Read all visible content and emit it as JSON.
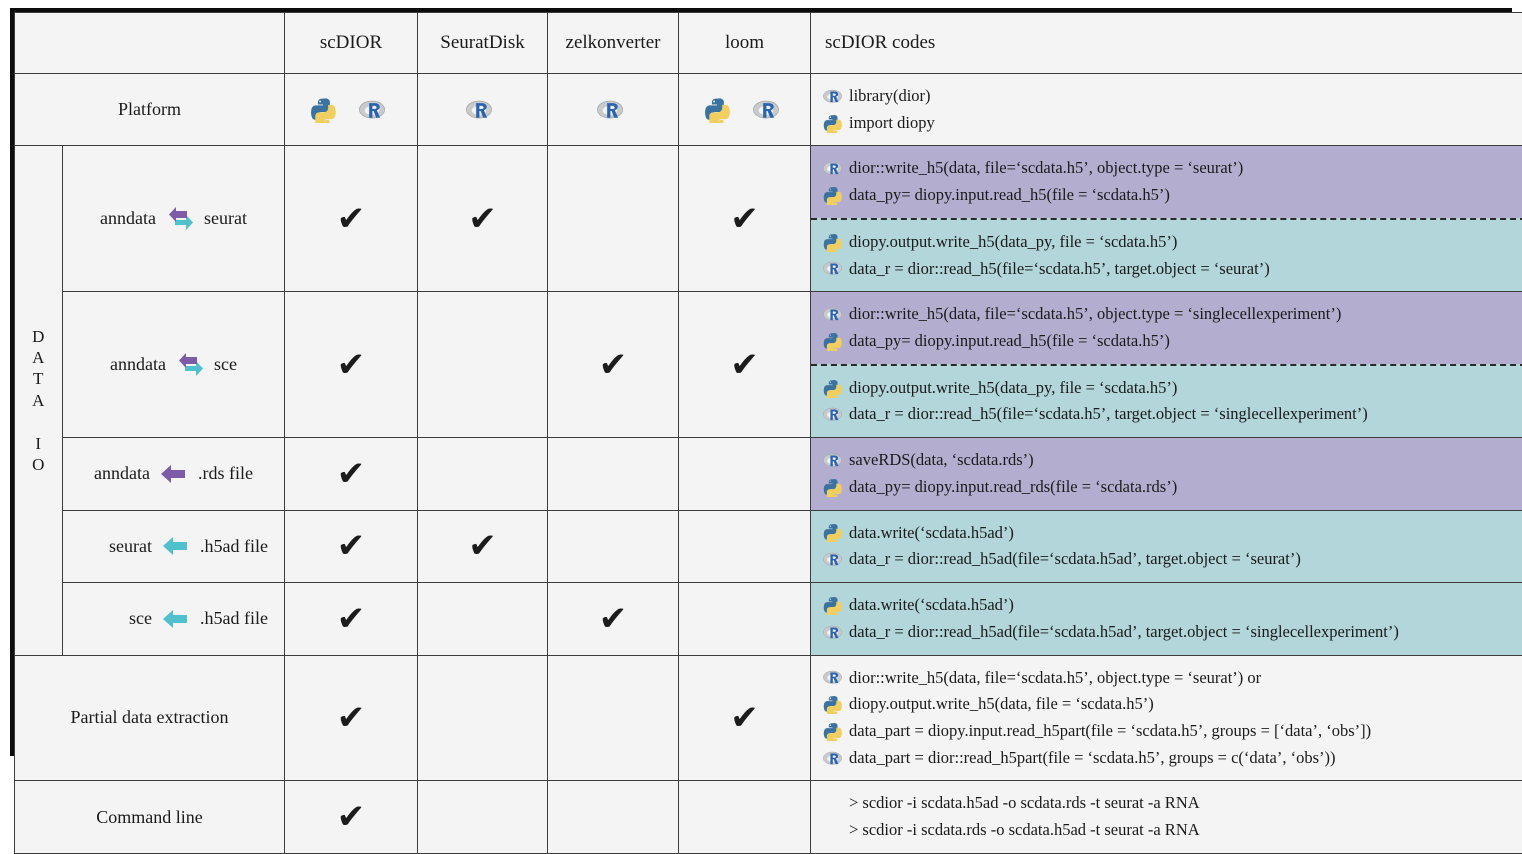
{
  "table": {
    "columns": [
      "",
      "scDIOR",
      "SeuratDisk",
      "zelkonverter",
      "loom",
      "scDIOR codes"
    ],
    "header": {
      "col_corner": "",
      "col_scdior": "scDIOR",
      "col_seuratdisk": "SeuratDisk",
      "col_zelkonverter": "zelkonverter",
      "col_loom": "loom",
      "col_codes": "scDIOR codes"
    },
    "section_label": "DATA IO",
    "section_label_letters": [
      "D",
      "A",
      "T",
      "A",
      "",
      "I",
      "O"
    ],
    "platform": {
      "label": "Platform",
      "scdior": [
        "python-icon",
        "r-icon"
      ],
      "seuratdisk": [
        "r-icon"
      ],
      "zelkonverter": [
        "r-icon"
      ],
      "loom": [
        "python-icon",
        "r-icon"
      ],
      "codes": [
        {
          "icon": "r-icon",
          "text": "library(dior)"
        },
        {
          "icon": "python-icon",
          "text": "import diopy"
        }
      ]
    },
    "rows": [
      {
        "id": "anndata-seurat",
        "label_left": "anndata",
        "label_right": "seurat",
        "arrow": "bidirectional-arrow-icon",
        "label_align": "center",
        "checks": {
          "scdior": true,
          "seuratdisk": true,
          "zelkonverter": false,
          "loom": true
        },
        "code_segments": [
          {
            "tint": "purple",
            "lines": [
              {
                "icon": "r-icon",
                "text": "dior::write_h5(data, file='scdata.h5', object.type = 'seurat')"
              },
              {
                "icon": "python-icon",
                "text": "data_py= diopy.input.read_h5(file = 'scdata.h5')"
              }
            ]
          },
          {
            "tint": "teal",
            "dashed_top": true,
            "lines": [
              {
                "icon": "python-icon",
                "text": "diopy.output.write_h5(data_py, file = 'scdata.h5')"
              },
              {
                "icon": "r-icon",
                "text": "data_r = dior::read_h5(file='scdata.h5', target.object = 'seurat')"
              }
            ]
          }
        ]
      },
      {
        "id": "anndata-sce",
        "label_left": "anndata",
        "label_right": "sce",
        "arrow": "bidirectional-arrow-icon",
        "label_align": "center",
        "checks": {
          "scdior": true,
          "seuratdisk": false,
          "zelkonverter": true,
          "loom": true
        },
        "code_segments": [
          {
            "tint": "purple",
            "lines": [
              {
                "icon": "r-icon",
                "text": "dior::write_h5(data, file='scdata.h5', object.type = 'singlecellexperiment')"
              },
              {
                "icon": "python-icon",
                "text": "data_py= diopy.input.read_h5(file = 'scdata.h5')"
              }
            ]
          },
          {
            "tint": "teal",
            "dashed_top": true,
            "lines": [
              {
                "icon": "python-icon",
                "text": "diopy.output.write_h5(data_py, file = 'scdata.h5')"
              },
              {
                "icon": "r-icon",
                "text": "data_r = dior::read_h5(file='scdata.h5', target.object = 'singlecellexperiment')"
              }
            ]
          }
        ]
      },
      {
        "id": "anndata-rds",
        "label_left": "anndata",
        "label_right": ".rds file",
        "arrow": "left-arrow-purple-icon",
        "label_align": "center",
        "checks": {
          "scdior": true,
          "seuratdisk": false,
          "zelkonverter": false,
          "loom": false
        },
        "code_segments": [
          {
            "tint": "purple",
            "lines": [
              {
                "icon": "r-icon",
                "text": "saveRDS(data, 'scdata.rds')"
              },
              {
                "icon": "python-icon",
                "text": "data_py= diopy.input.read_rds(file = 'scdata.rds')"
              }
            ]
          }
        ]
      },
      {
        "id": "seurat-h5ad",
        "label_left": "seurat",
        "label_right": ".h5ad file",
        "arrow": "left-arrow-teal-icon",
        "label_align": "right",
        "checks": {
          "scdior": true,
          "seuratdisk": true,
          "zelkonverter": false,
          "loom": false
        },
        "code_segments": [
          {
            "tint": "teal",
            "lines": [
              {
                "icon": "python-icon",
                "text": "data.write('scdata.h5ad')"
              },
              {
                "icon": "r-icon",
                "text": "data_r = dior::read_h5ad(file='scdata.h5ad', target.object = 'seurat')"
              }
            ]
          }
        ]
      },
      {
        "id": "sce-h5ad",
        "label_left": "sce",
        "label_right": ".h5ad file",
        "arrow": "left-arrow-teal-icon",
        "label_align": "right",
        "checks": {
          "scdior": true,
          "seuratdisk": false,
          "zelkonverter": true,
          "loom": false
        },
        "code_segments": [
          {
            "tint": "teal",
            "lines": [
              {
                "icon": "python-icon",
                "text": "data.write('scdata.h5ad')"
              },
              {
                "icon": "r-icon",
                "text": "data_r = dior::read_h5ad(file='scdata.h5ad', target.object = 'singlecellexperiment')"
              }
            ]
          }
        ]
      }
    ],
    "footer_rows": [
      {
        "id": "partial-data-extraction",
        "label": "Partial data extraction",
        "checks": {
          "scdior": true,
          "seuratdisk": false,
          "zelkonverter": false,
          "loom": true
        },
        "code_segments": [
          {
            "tint": "plain",
            "lines": [
              {
                "icon": "r-icon",
                "text": "dior::write_h5(data, file='scdata.h5', object.type = 'seurat') or"
              },
              {
                "icon": "python-icon",
                "text": "diopy.output.write_h5(data, file = 'scdata.h5')"
              },
              {
                "icon": "python-icon",
                "text": "data_part = diopy.input.read_h5part(file = 'scdata.h5', groups = ['data', 'obs'])"
              },
              {
                "icon": "r-icon",
                "text": "data_part = dior::read_h5part(file = 'scdata.h5', groups = c('data', 'obs'))"
              }
            ]
          }
        ]
      },
      {
        "id": "command-line",
        "label": "Command line",
        "checks": {
          "scdior": true,
          "seuratdisk": false,
          "zelkonverter": false,
          "loom": false
        },
        "code_segments": [
          {
            "tint": "plain",
            "lines": [
              {
                "icon": "none",
                "text": ">  scdior -i scdata.h5ad -o scdata.rds -t seurat -a RNA"
              },
              {
                "icon": "none",
                "text": ">  scdior -i scdata.rds -o scdata.h5ad -t seurat -a RNA"
              }
            ]
          }
        ]
      }
    ],
    "check_glyph": "✔"
  },
  "colors": {
    "purple_tint": "#b3aed0",
    "teal_tint": "#b2d6da",
    "cell_bg": "#f4f4f4",
    "border": "#3c3c3c",
    "outer_border": "#0c0c0c",
    "arrow_purple": "#7d5ba6",
    "arrow_teal": "#4fc0cc",
    "python_blue": "#3b72a0",
    "python_yellow": "#f0cf60",
    "r_blue": "#2a64b0",
    "r_gray": "#b0b2b5"
  }
}
